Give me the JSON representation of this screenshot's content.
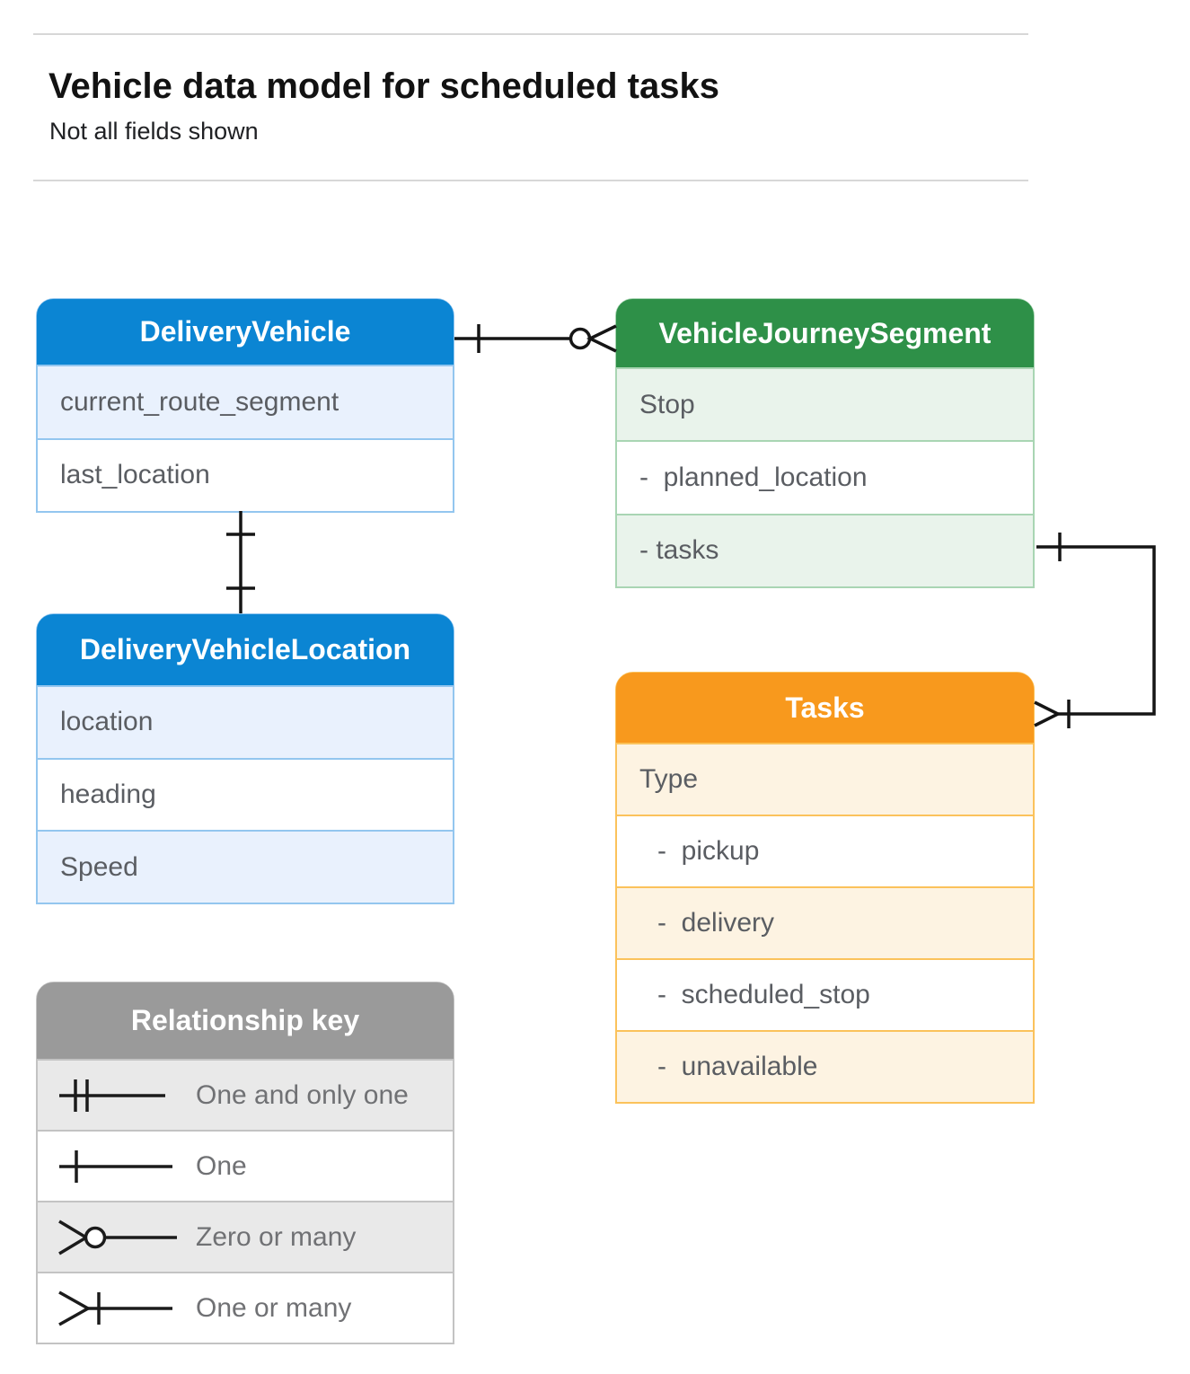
{
  "page": {
    "title": "Vehicle data model for scheduled tasks",
    "subtitle": "Not all fields shown"
  },
  "entities": {
    "delivery_vehicle": {
      "title": "DeliveryVehicle",
      "fields": [
        "current_route_segment",
        "last_location"
      ]
    },
    "vehicle_journey_segment": {
      "title": "VehicleJourneySegment",
      "fields": [
        "Stop",
        "-  planned_location",
        "- tasks"
      ]
    },
    "delivery_vehicle_location": {
      "title": "DeliveryVehicleLocation",
      "fields": [
        "location",
        "heading",
        "Speed"
      ]
    },
    "tasks": {
      "title": "Tasks",
      "fields": [
        "Type",
        "-  pickup",
        "-  delivery",
        "-  scheduled_stop",
        "-  unavailable"
      ]
    }
  },
  "legend": {
    "title": "Relationship key",
    "items": [
      {
        "symbol": "one-and-only-one",
        "label": "One and only one"
      },
      {
        "symbol": "one",
        "label": "One"
      },
      {
        "symbol": "zero-or-many",
        "label": "Zero or many"
      },
      {
        "symbol": "one-or-many",
        "label": "One or many"
      }
    ]
  },
  "relationships": [
    {
      "from": "DeliveryVehicle",
      "from_cardinality": "one",
      "to": "VehicleJourneySegment",
      "to_cardinality": "zero-or-many"
    },
    {
      "from": "DeliveryVehicle",
      "from_cardinality": "one",
      "to": "DeliveryVehicleLocation",
      "to_cardinality": "one"
    },
    {
      "from": "VehicleJourneySegment.tasks",
      "from_cardinality": "one",
      "to": "Tasks",
      "to_cardinality": "one-or-many"
    }
  ],
  "colors": {
    "blue_header": "#0b85d3",
    "blue_tint": "#e9f1fd",
    "blue_border": "#93c6ef",
    "green_header": "#2e9048",
    "green_tint": "#e9f3eb",
    "green_border": "#a9d5b3",
    "orange_header": "#f8991d",
    "orange_tint": "#fdf3e2",
    "orange_border": "#fbc25b",
    "gray_header": "#9a9a9a",
    "gray_tint": "#e9e9e9",
    "gray_border": "#c3c3c3",
    "row_text": "#5a5d62",
    "connector": "#151515"
  }
}
